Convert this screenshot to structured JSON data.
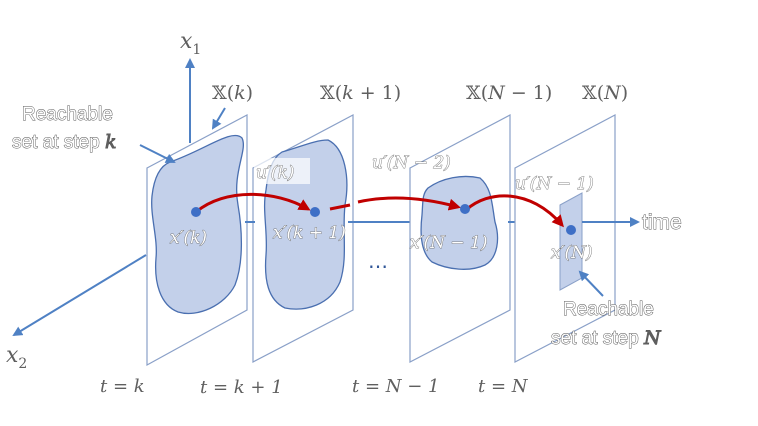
{
  "axes": {
    "x1": "x",
    "x1_sub": "1",
    "x2": "x",
    "x2_sub": "2",
    "time": "time"
  },
  "sets": {
    "k": "𝕏(𝑘)",
    "k1": "𝕏(𝑘 + 1)",
    "n1": "𝕏(𝑁 − 1)",
    "n": "𝕏(𝑁)"
  },
  "states": {
    "k": "x′(k)",
    "k1": "x′(k + 1)",
    "n1": "x′(N − 1)",
    "n": "x′(N)"
  },
  "inputs": {
    "k": "u′(k)",
    "n2": "u′(N − 2)",
    "n1": "u′(N − 1)"
  },
  "times": {
    "k": "t = k",
    "k1": "t = k + 1",
    "n1": "t = N − 1",
    "n": "t = N"
  },
  "ellipsis": "…",
  "reachable_k": {
    "line1": "Reachable",
    "line2": "set at step",
    "var": "k"
  },
  "reachable_n": {
    "line1": "Reachable",
    "line2": "set at step",
    "var": "N"
  },
  "colors": {
    "axis": "#4f81c4",
    "trajectory": "#c00000",
    "set_fill": "#c3d0ea",
    "point": "#3e6fc6"
  }
}
